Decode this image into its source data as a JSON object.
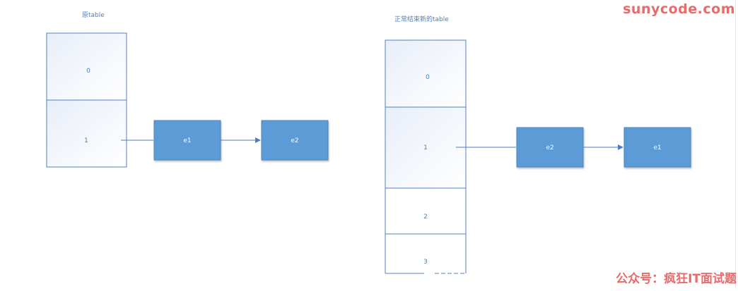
{
  "left_diagram": {
    "title": "原table",
    "slots": [
      "0",
      "1"
    ],
    "chain": [
      "e1",
      "e2"
    ]
  },
  "right_diagram": {
    "title": "正常结束新的table",
    "slots": [
      "0",
      "1",
      "2",
      "3"
    ],
    "chain": [
      "e2",
      "e1"
    ]
  },
  "watermarks": {
    "site": "sunycode.com",
    "account": "公众号：疯狂IT面试题"
  },
  "colors": {
    "node_fill": "#5b9bd5",
    "node_border": "#4a86c0",
    "slot_border": "#4f81bd",
    "arrow": "#4a7fc0",
    "label": "#4a7fc0",
    "watermark": "#e96a6a"
  }
}
